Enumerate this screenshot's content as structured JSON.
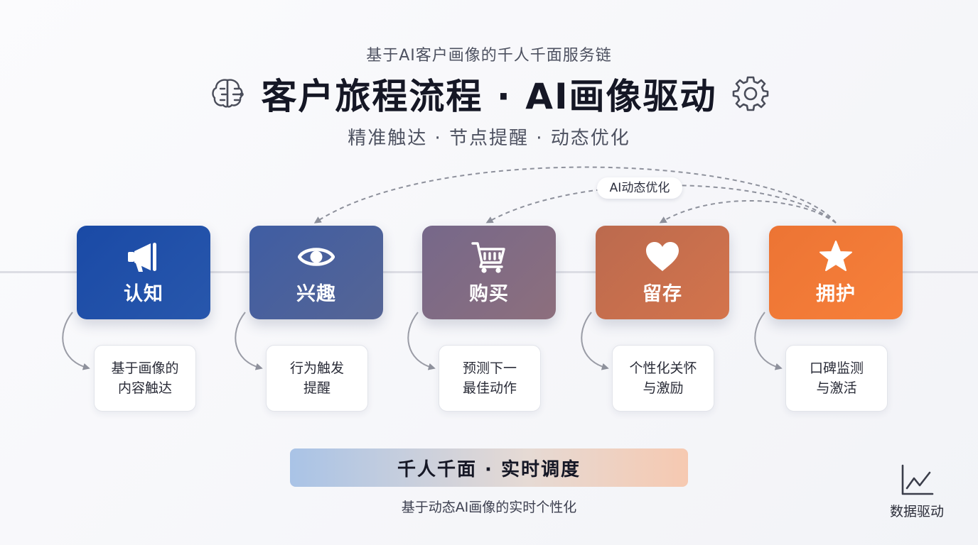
{
  "header": {
    "kicker": "基于AI客户画像的千人千面服务链",
    "title": "客户旅程流程 · AI画像驱动",
    "subtitle": "精准触达 · 节点提醒 · 动态优化",
    "left_icon": "ai-chip-icon",
    "right_icon": "gear-icon"
  },
  "feedback": {
    "label": "AI动态优化"
  },
  "stages": [
    {
      "label": "认知",
      "icon": "megaphone-icon",
      "color": "#1f4ea3",
      "tactic": [
        "基于画像的",
        "内容触达"
      ]
    },
    {
      "label": "兴趣",
      "icon": "eye-icon",
      "color": "#445f9e",
      "tactic": [
        "行为触发",
        "提醒"
      ]
    },
    {
      "label": "购买",
      "icon": "cart-icon",
      "color": "#7e6a86",
      "tactic": [
        "预测下一",
        "最佳动作"
      ]
    },
    {
      "label": "留存",
      "icon": "heart-icon",
      "color": "#c86f4f",
      "tactic": [
        "个性化关怀",
        "与激励"
      ]
    },
    {
      "label": "拥护",
      "icon": "star-icon",
      "color": "#f0783a",
      "tactic": [
        "口碑监测",
        "与激活"
      ]
    }
  ],
  "banner": {
    "title": "千人千面 · 实时调度",
    "subtitle": "基于动态AI画像的实时个性化"
  },
  "corner": {
    "icon": "line-chart-icon",
    "label": "数据驱动"
  }
}
